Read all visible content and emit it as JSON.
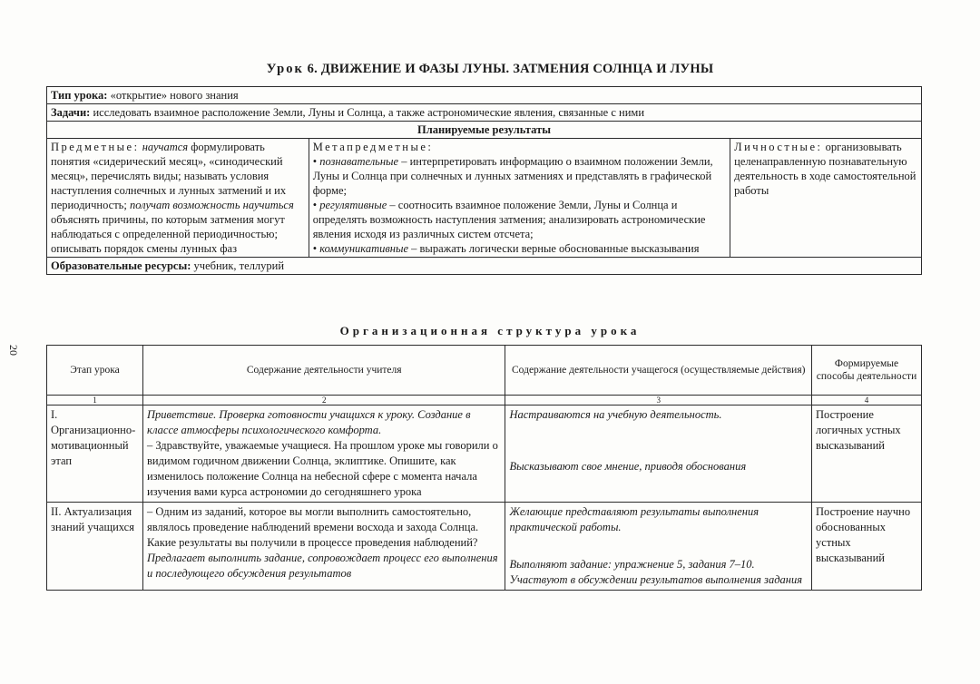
{
  "page_number": "20",
  "title": {
    "prefix": "Урок",
    "main": "6. ДВИЖЕНИЕ И ФАЗЫ ЛУНЫ. ЗАТМЕНИЯ СОЛНЦА И ЛУНЫ"
  },
  "lesson_type": {
    "label": "Тип урока:",
    "value": "«открытие» нового знания"
  },
  "tasks": {
    "label": "Задачи:",
    "value": "исследовать взаимное расположение Земли, Луны и Солнца, а также астрономические явления, связанные с ними"
  },
  "planned_results": {
    "header": "Планируемые результаты",
    "subject": {
      "label": "Предметные:",
      "i1": "научатся",
      "t1": "формулировать понятия «сидерический месяц», «синодический месяц», перечислять виды; называть условия наступления солнечных и лунных затмений и их периодичность;",
      "i2": "получат возможность научиться",
      "t2": "объяснять причины, по которым затмения могут наблюдаться с определенной периодичностью; описывать порядок смены лунных фаз"
    },
    "meta": {
      "label": "Метапредметные:",
      "cog_label": "познавательные",
      "cog_text": "– интерпретировать информацию о взаимном положении Земли, Луны и Солнца при солнечных и лунных затмениях и представлять в графической форме;",
      "reg_label": "регулятивные",
      "reg_text": "– соотносить взаимное положение Земли, Луны и Солнца и определять возможность наступления затмения; анализировать астрономические явления исходя из различных систем отсчета;",
      "com_label": "коммуникативные",
      "com_text": "– выражать логически верные обоснованные высказывания"
    },
    "personal": {
      "label": "Личностные:",
      "text": "организовывать целенаправленную познавательную деятельность в ходе самостоятельной работы"
    }
  },
  "resources": {
    "label": "Образовательные ресурсы:",
    "value": "учебник, теллурий"
  },
  "structure": {
    "title": "Организационная структура урока",
    "headers": [
      "Этап урока",
      "Содержание деятельности учителя",
      "Содержание деятельности учащегося (осуществляемые действия)",
      "Формируемые способы деятельности"
    ],
    "numbers": [
      "1",
      "2",
      "3",
      "4"
    ],
    "rows": [
      {
        "stage": "I. Организационно-мотивационный этап",
        "teacher_italic": "Приветствие. Проверка готовности учащихся к уроку. Создание в классе атмосферы психологического комфорта.",
        "teacher_text": "– Здравствуйте, уважаемые учащиеся. На прошлом уроке мы говорили о видимом годичном движении Солнца, эклиптике. Опишите, как изменилось положение Солнца на небесной сфере с момента начала изучения вами курса астрономии до сегодняшнего урока",
        "student_1": "Настраиваются на учебную деятельность.",
        "student_2": "Высказывают свое мнение, приводя обоснования",
        "skills": "Построение логичных устных высказываний"
      },
      {
        "stage": "II. Актуализация знаний учащихся",
        "teacher_text": "– Одним из заданий, которое вы могли выполнить самостоятельно, являлось проведение наблюдений времени восхода и захода Солнца. Какие результаты вы получили в процессе проведения наблюдений?",
        "teacher_italic": "Предлагает выполнить задание, сопровождает процесс его выполнения и последующего обсуждения результатов",
        "student_1": "Желающие представляют результаты выполнения практической работы.",
        "student_2": "Выполняют задание: упражнение 5, задания 7–10.",
        "student_3": "Участвуют в обсуждении результатов выполнения задания",
        "skills": "Построение научно обоснованных устных высказываний"
      }
    ]
  }
}
